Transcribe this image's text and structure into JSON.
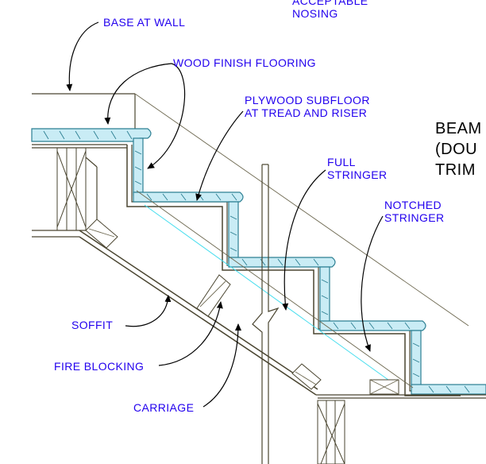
{
  "labels": {
    "nosing_line1": "ACCEPTABLE",
    "nosing_line2": "NOSING",
    "base_at_wall": "BASE AT WALL",
    "wood_finish_flooring": "WOOD FINISH FLOORING",
    "plywood_line1": "PLYWOOD SUBFLOOR",
    "plywood_line2": "AT TREAD AND RISER",
    "full_line1": "FULL",
    "full_line2": "STRINGER",
    "notched_line1": "NOTCHED",
    "notched_line2": "STRINGER",
    "beam_line1": "BEAM",
    "beam_line2": "(DOU",
    "beam_line3": "TRIM",
    "soffit": "SOFFIT",
    "fire_blocking": "FIRE BLOCKING",
    "carriage": "CARRIAGE"
  },
  "colors": {
    "label_text": "#2200ee",
    "linework": "#4a4530",
    "flooring_fill": "#c9ecf5",
    "flooring_edge": "#2c7f92",
    "stringer_line": "#44ddee"
  }
}
